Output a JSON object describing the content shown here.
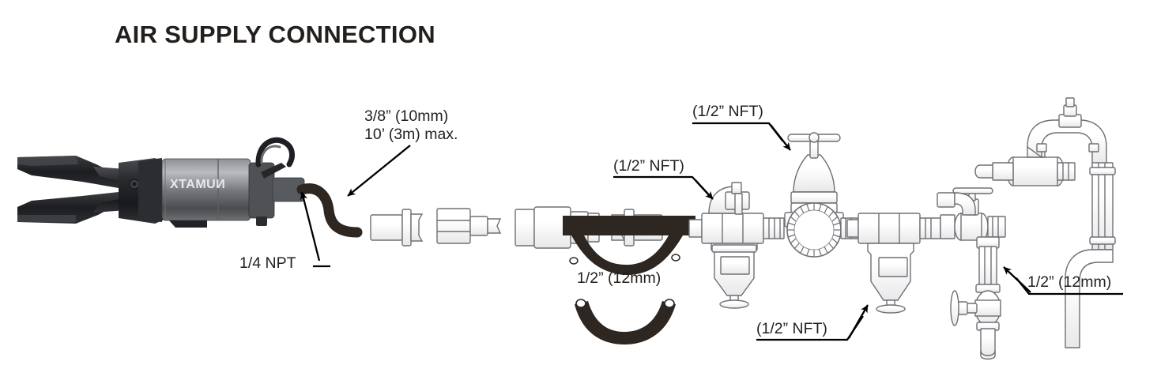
{
  "page": {
    "title": "AIR SUPPLY CONNECTION",
    "background_color": "#ffffff",
    "ink_color": "#231f1c",
    "line_color": "#5a5a5f"
  },
  "tool": {
    "name": "pneumatic-shear-tool",
    "brand_text": "XTAMUИ",
    "brand_reads": "NUMATX",
    "inlet_label": "1/4 NPT"
  },
  "labels": {
    "hose_spec_line1": "3/8” (10mm)",
    "hose_spec_line2": "10’ (3m) max.",
    "tool_inlet": "1/4 NPT",
    "drop_line": "1/2” (12mm)",
    "nft_filter": "(1/2” NFT)",
    "nft_regulator": "(1/2” NFT)",
    "nft_lubricator": "(1/2” NFT)",
    "main_line": "1/2” (12mm)"
  },
  "components": [
    {
      "id": "tool",
      "name": "air-tool",
      "label": "1/4 NPT"
    },
    {
      "id": "hose",
      "name": "air-hose",
      "label": "3/8” (10mm) 10’ (3m) max."
    },
    {
      "id": "couplers",
      "name": "quick-disconnect-set",
      "label": ""
    },
    {
      "id": "drop-pipe",
      "name": "drop-pipe",
      "label": "1/2” (12mm)"
    },
    {
      "id": "hose-loop",
      "name": "hose-loop",
      "label": "1/2” (12mm)"
    },
    {
      "id": "filter",
      "name": "air-filter",
      "label": "(1/2” NFT)"
    },
    {
      "id": "regulator",
      "name": "pressure-regulator",
      "label": "(1/2” NFT)"
    },
    {
      "id": "lubricator",
      "name": "air-lubricator",
      "label": "(1/2” NFT)"
    },
    {
      "id": "riser",
      "name": "riser-loop-piping",
      "label": "1/2” (12mm)"
    },
    {
      "id": "drain",
      "name": "drain-valve",
      "label": ""
    }
  ]
}
